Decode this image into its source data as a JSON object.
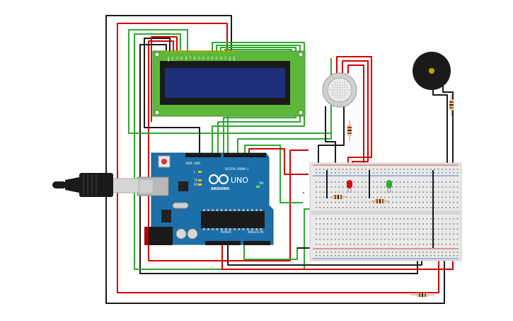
{
  "board": {
    "model": "UNO",
    "brand": "ARDUINO",
    "digital_label": "DIGITAL (PWM~)",
    "power_label": "POWER",
    "analog_label": "ANALOG IN",
    "on_label": "ON",
    "tx_label": "TX",
    "rx_label": "RX",
    "l_label": "L",
    "aref_label": "AREF",
    "gnd_label": "GND"
  },
  "lcd": {
    "pin_labels": [
      "GND",
      "VCC",
      "V0",
      "RS",
      "RW",
      "E",
      "D0",
      "D1",
      "D2",
      "D3",
      "D4",
      "D5",
      "D6",
      "D7",
      "LED",
      "LED"
    ]
  },
  "colors": {
    "wire_red": "#d40000",
    "wire_black": "#1a1a1a",
    "wire_green": "#2ea82e",
    "board_blue": "#1c6fa8",
    "lcd_green": "#5db83a",
    "lcd_screen": "#1d2f7a",
    "breadboard": "#e9e9e9",
    "led_red": "#cc1111",
    "led_green": "#33aa33"
  }
}
